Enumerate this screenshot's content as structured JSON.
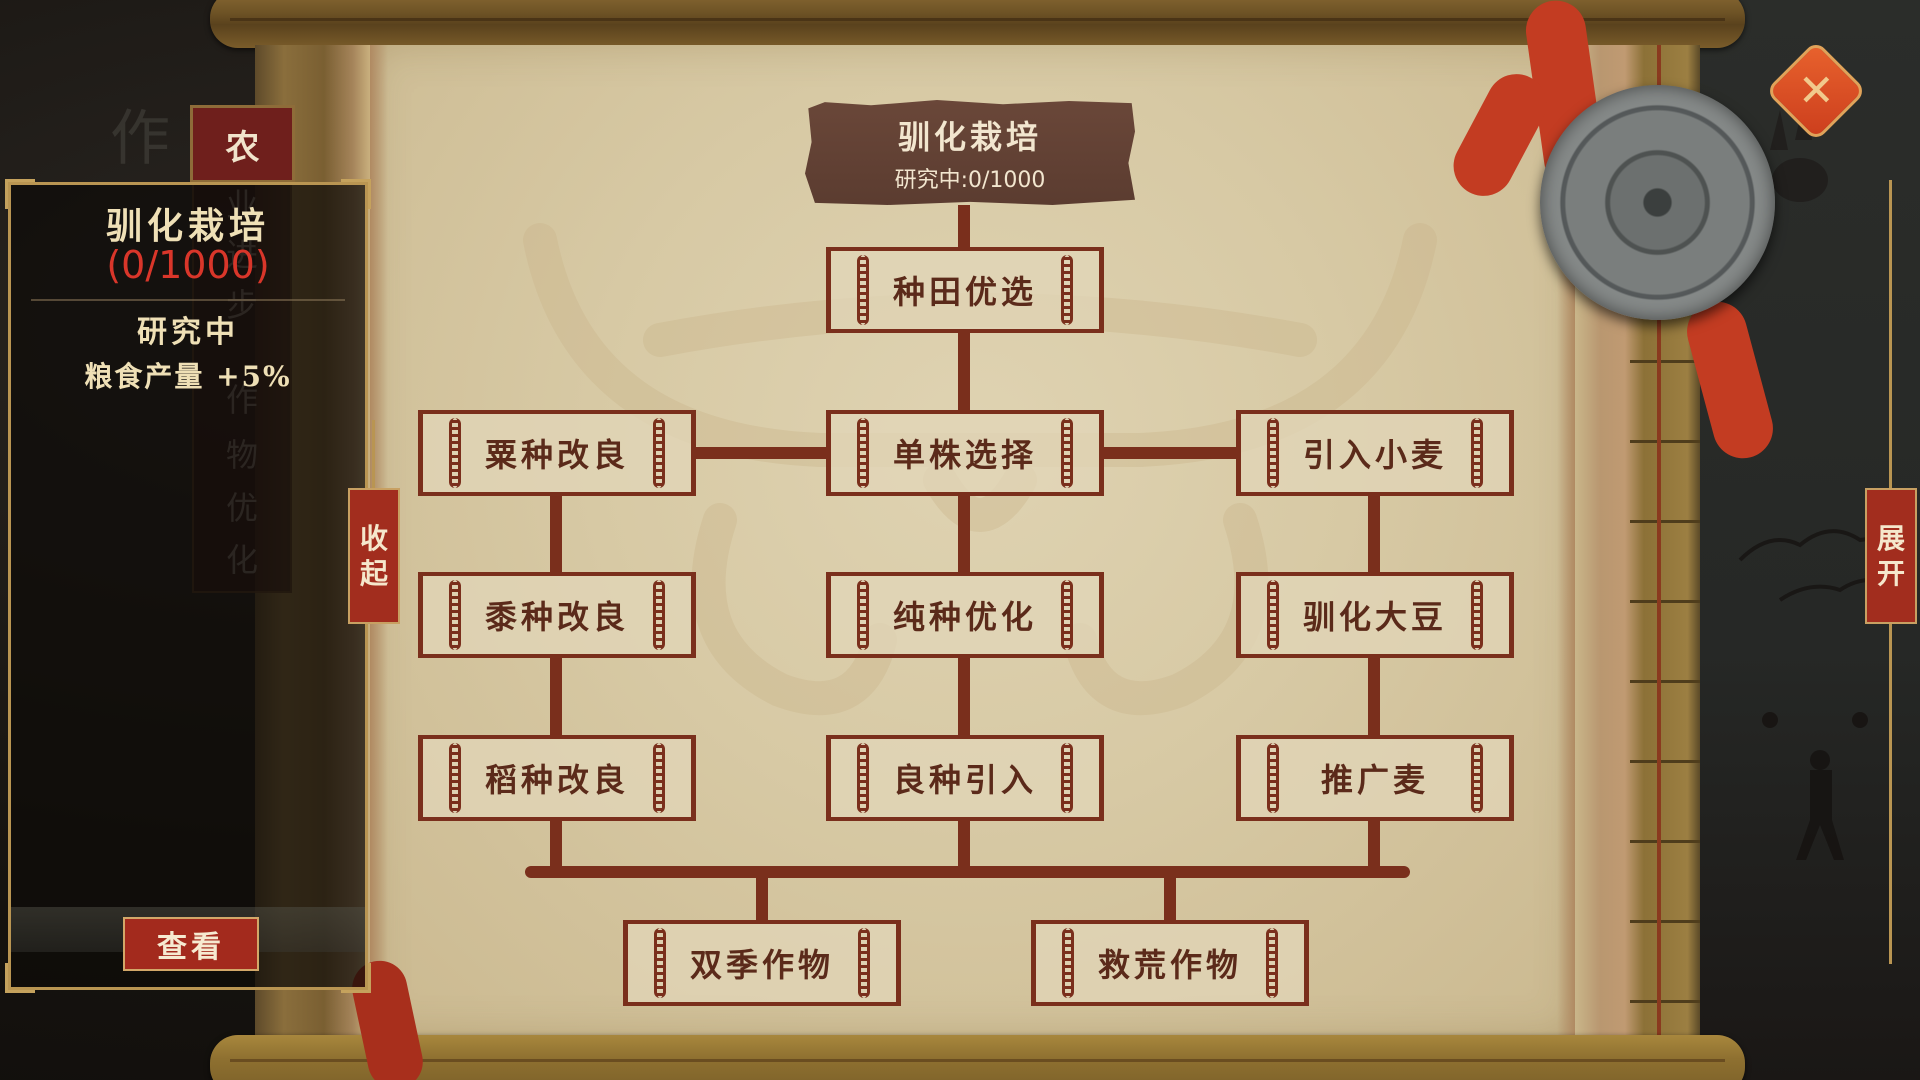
{
  "screen": {
    "type": "tech-tree",
    "colors": {
      "parchment": "#d9ccaa",
      "line": "#7a2f1c",
      "node_text": "#5b2a1a",
      "plaque": "#5e3e31",
      "accent_red": "#a22d1e",
      "progress_red": "#d9362a",
      "panel_gold": "#b99552",
      "close_orange": "#d9512a"
    }
  },
  "left_panel": {
    "category_tab": "农",
    "hidden_branch_chars": [
      "业",
      "进",
      "步",
      "作",
      "物",
      "优",
      "化"
    ],
    "selected_tech": {
      "name": "驯化栽培",
      "progress": "(0/1000)",
      "status": "研究中",
      "effect": "粮食产量 +5%"
    },
    "view_button": "查看"
  },
  "collapse_button": [
    "收",
    "起"
  ],
  "expand_button": [
    "展",
    "开"
  ],
  "close_button": {
    "icon": "close-icon",
    "glyph": "✕"
  },
  "tree": {
    "root": {
      "title": "驯化栽培",
      "status": "研究中:0/1000"
    },
    "nodes": {
      "n1": "种田优选",
      "n2_left": "粟种改良",
      "n2_mid": "单株选择",
      "n2_right": "引入小麦",
      "n3_left": "黍种改良",
      "n3_mid": "纯种优化",
      "n3_right": "驯化大豆",
      "n4_left": "稻种改良",
      "n4_mid": "良种引入",
      "n4_right": "推广麦",
      "n5_left": "双季作物",
      "n5_right": "救荒作物"
    }
  }
}
